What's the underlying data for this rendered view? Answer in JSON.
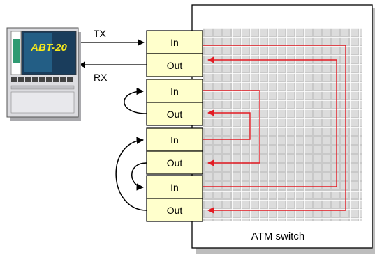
{
  "device": {
    "name": "ABT-20",
    "screen_color": "#1a3d5c",
    "label_color": "#f5e81c"
  },
  "signals": {
    "tx_label": "TX",
    "rx_label": "RX"
  },
  "ports": [
    {
      "in_label": "In",
      "out_label": "Out"
    },
    {
      "in_label": "In",
      "out_label": "Out"
    },
    {
      "in_label": "In",
      "out_label": "Out"
    },
    {
      "in_label": "In",
      "out_label": "Out"
    }
  ],
  "switch": {
    "label": "ATM switch",
    "grid_color": "#c9c9c9",
    "path_color": "#e31b23"
  },
  "colors": {
    "port_fill": "#ffffcc",
    "outline": "#000000"
  }
}
